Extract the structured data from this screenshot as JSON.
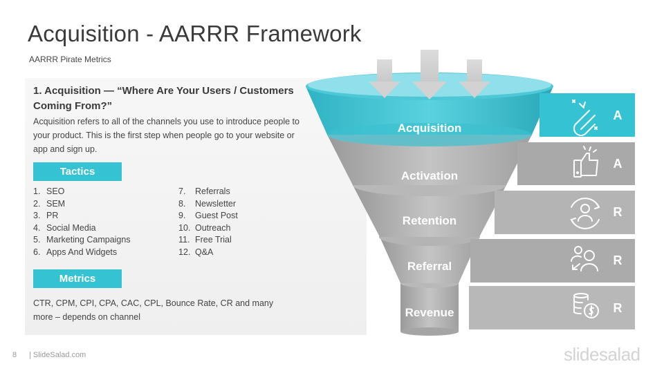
{
  "slide": {
    "title": "Acquisition - AARRR Framework",
    "subtitle": "AARRR Pirate Metrics",
    "page_number": "8",
    "footer_site": "| SlideSalad.com",
    "brand": "slidesalad"
  },
  "panel": {
    "heading": "1. Acquisition — “Where Are Your Users / Customers Coming From?”",
    "description": "Acquisition  refers to all of the channels  you use to introduce people to your product.  This is the first  step when people go to your website or app and sign up.",
    "tactics_label": "Tactics",
    "tactics_left": [
      {
        "num": "1.",
        "text": "SEO"
      },
      {
        "num": "2.",
        "text": "SEM"
      },
      {
        "num": "3.",
        "text": "PR"
      },
      {
        "num": "4.",
        "text": "Social Media"
      },
      {
        "num": "5.",
        "text": "Marketing Campaigns"
      },
      {
        "num": "6.",
        "text": "Apps And Widgets"
      }
    ],
    "tactics_right": [
      {
        "num": "7.",
        "text": "Referrals"
      },
      {
        "num": "8.",
        "text": "Newsletter"
      },
      {
        "num": "9.",
        "text": "Guest Post"
      },
      {
        "num": "10.",
        "text": "Outreach"
      },
      {
        "num": "11.",
        "text": "Free Trial"
      },
      {
        "num": "12.",
        "text": "Q&A"
      }
    ],
    "metrics_label": "Metrics",
    "metrics_text": "CTR, CPM, CPI, CPA, CAC, CPL, Bounce Rate, CR and many more – depends on channel"
  },
  "funnel": {
    "stages": [
      "Acquisition",
      "Activation",
      "Retention",
      "Referral",
      "Revenue"
    ]
  },
  "bands": [
    {
      "letter": "A",
      "icon": "magnet-icon",
      "color": "#35c3d3"
    },
    {
      "letter": "A",
      "icon": "thumbs-up-icon",
      "color": "#a7a7a7"
    },
    {
      "letter": "R",
      "icon": "user-cycle-icon",
      "color": "#b2b2b2"
    },
    {
      "letter": "R",
      "icon": "referral-users-icon",
      "color": "#a9a9a9"
    },
    {
      "letter": "R",
      "icon": "coins-dollar-icon",
      "color": "#b6b6b6"
    }
  ],
  "colors": {
    "accent": "#35c3d3",
    "gray_band": "#aaaaaa",
    "title_text": "#3b3b3b"
  }
}
